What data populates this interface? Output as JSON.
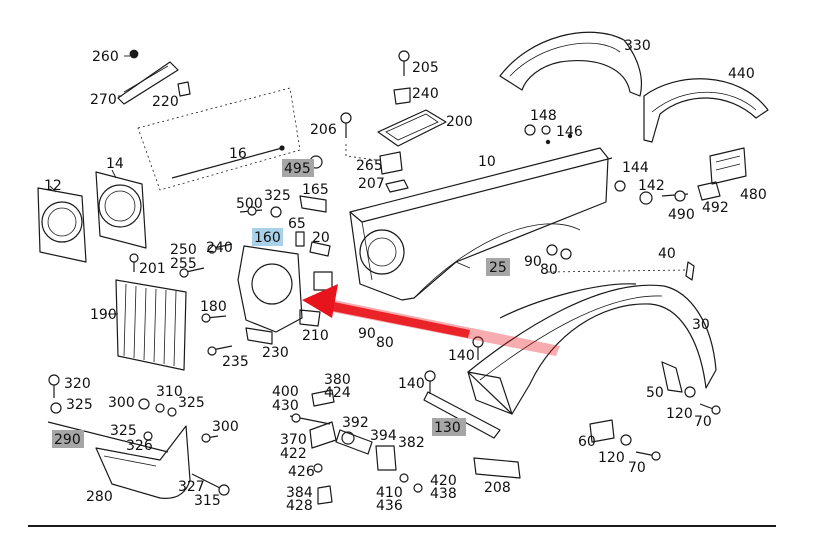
{
  "colors": {
    "highlight_blue": "#a9d1ea",
    "highlight_gray": "#a6a6a6",
    "arrow_red": "#e8141b",
    "line": "#1a1a1a"
  },
  "labels": {
    "260": "260",
    "270": "270",
    "220": "220",
    "12": "12",
    "14": "14",
    "16": "16",
    "205": "205",
    "240a": "240",
    "200": "200",
    "206": "206",
    "495": "495",
    "265": "265",
    "207": "207",
    "10": "10",
    "148": "148",
    "146": "146",
    "330": "330",
    "440": "440",
    "144": "144",
    "142": "142",
    "480": "480",
    "490": "490",
    "492": "492",
    "500": "500",
    "325a": "325",
    "165": "165",
    "65": "65",
    "160": "160",
    "20": "20",
    "250": "250",
    "240b": "240",
    "201": "201",
    "255": "255",
    "190": "190",
    "180": "180",
    "235": "235",
    "230": "230",
    "210": "210",
    "25": "25",
    "90a": "90",
    "80a": "80",
    "40": "40",
    "90b": "90",
    "80b": "80",
    "30": "30",
    "140a": "140",
    "320": "320",
    "325b": "325",
    "300a": "300",
    "310": "310",
    "325c": "325",
    "325d": "325",
    "326": "326",
    "290": "290",
    "300b": "300",
    "280": "280",
    "327": "327",
    "315": "315",
    "400": "400",
    "430": "430",
    "380": "380",
    "424": "424",
    "140b": "140",
    "370": "370",
    "422": "422",
    "392": "392",
    "394": "394",
    "382": "382",
    "426": "426",
    "384": "384",
    "428": "428",
    "410": "410",
    "436": "436",
    "420": "420",
    "438": "438",
    "130": "130",
    "208": "208",
    "50": "50",
    "120a": "120",
    "70a": "70",
    "60": "60",
    "120b": "120",
    "70b": "70"
  }
}
